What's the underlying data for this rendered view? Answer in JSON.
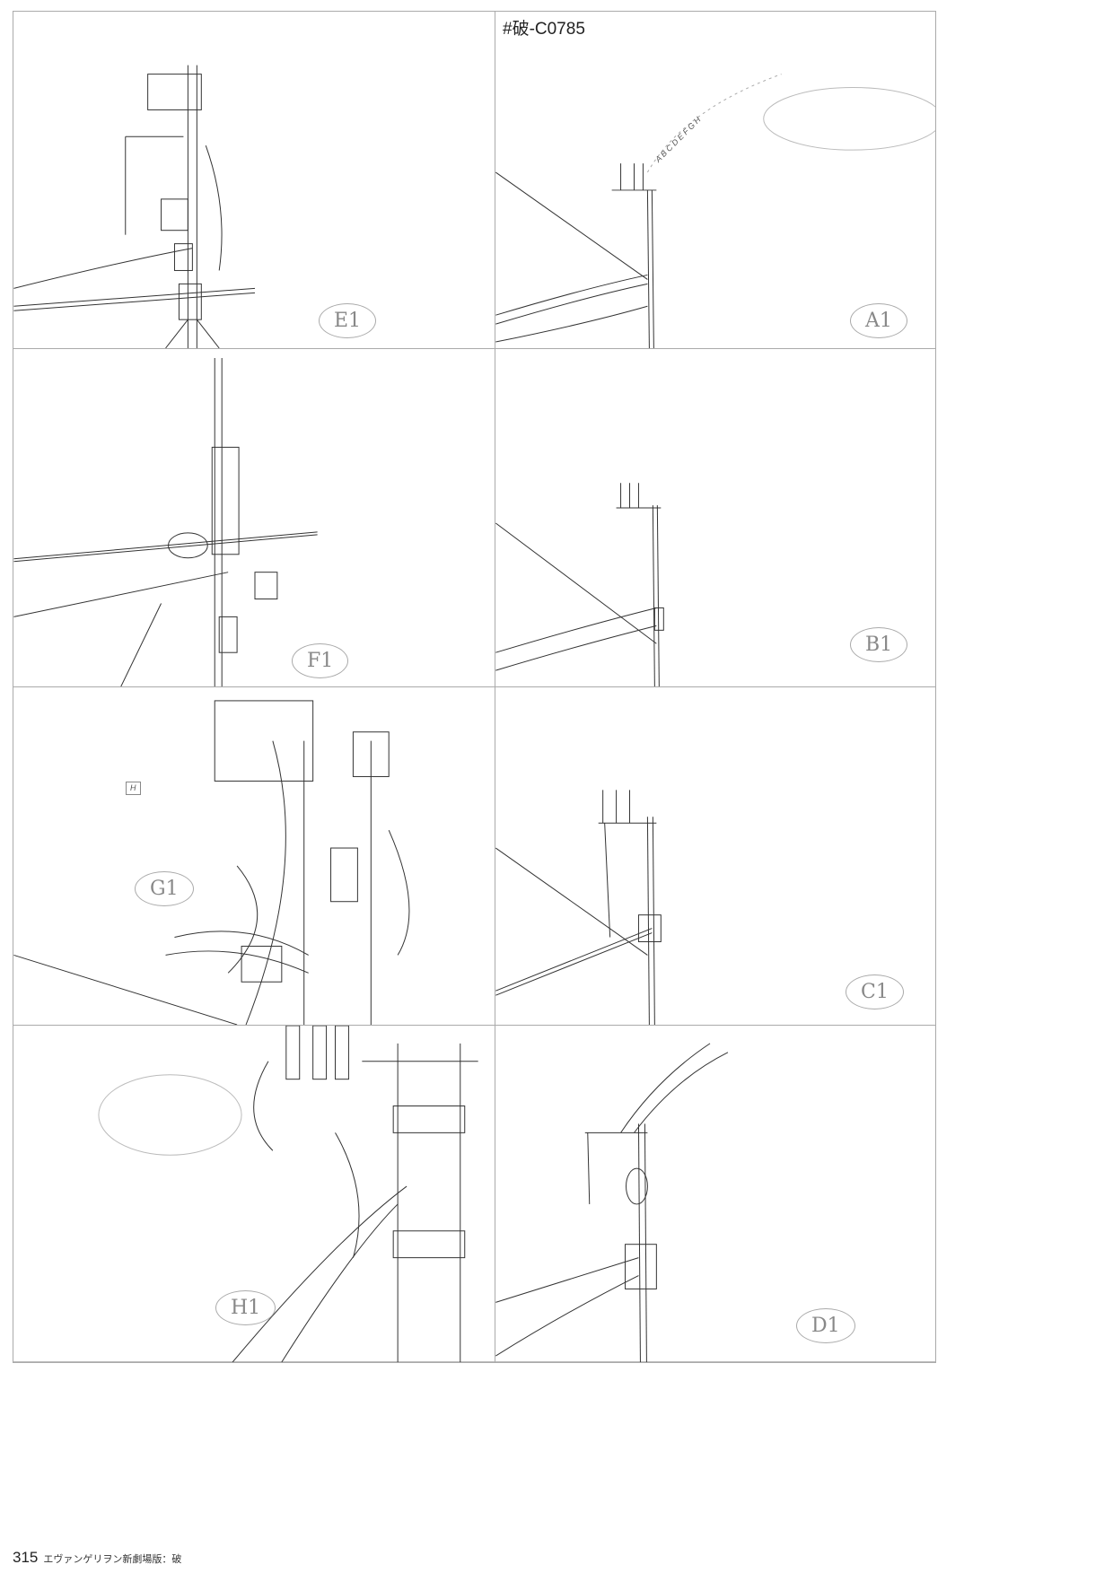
{
  "cut_id": "#破-C0785",
  "panels": [
    {
      "label": "E1"
    },
    {
      "label": "A1"
    },
    {
      "label": "F1"
    },
    {
      "label": "B1"
    },
    {
      "label": "G1"
    },
    {
      "label": "C1"
    },
    {
      "label": "H1"
    },
    {
      "label": "D1"
    }
  ],
  "annotations": {
    "a1_sequence": "A B C D E F G H",
    "g1_note": "H",
    "h1_note": ""
  },
  "footer": {
    "page_number": "315",
    "title": "エヴァンゲリヲン新劇場版：破"
  }
}
